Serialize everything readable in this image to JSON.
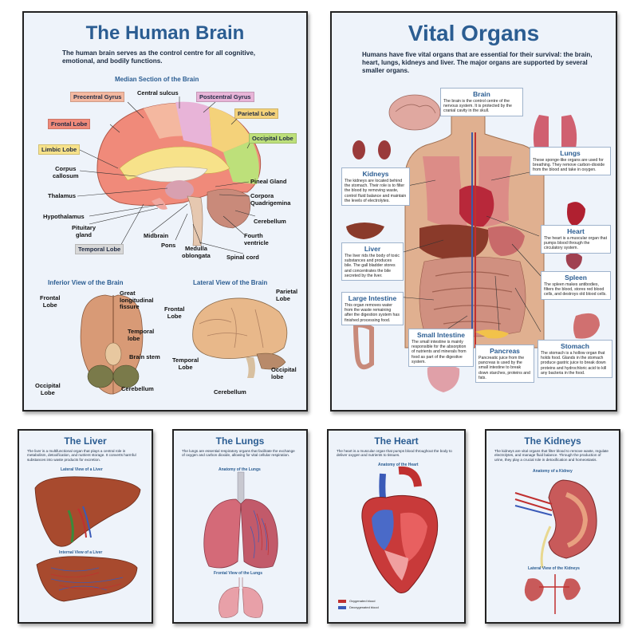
{
  "brain": {
    "title": "The Human Brain",
    "intro": "The human brain serves as the control centre for all cognitive, emotional, and bodily functions.",
    "median_title": "Median Section of the Brain",
    "labels": {
      "precentral": "Precentral Gyrus",
      "central_sulcus": "Central sulcus",
      "postcentral": "Postcentral Gyrus",
      "parietal": "Parietal Lobe",
      "frontal": "Frontal Lobe",
      "occipital": "Occipital Lobe",
      "limbic": "Limbic Lobe",
      "corpus": "Corpus\ncallosum",
      "pineal": "Pineal Gland",
      "thalamus": "Thalamus",
      "corpora": "Corpora\nQuadrigemina",
      "hypothalamus": "Hypothalamus",
      "cerebellum": "Cerebellum",
      "pituitary": "Pituitary\ngland",
      "midbrain": "Midbrain",
      "fourth": "Fourth\nventricle",
      "temporal": "Temporal Lobe",
      "pons": "Pons",
      "medulla": "Medulla\noblongata",
      "spinal": "Spinal cord"
    },
    "inferior_title": "Inferior View of the Brain",
    "inferior_labels": {
      "frontal": "Frontal\nLobe",
      "fissure": "Great\nlongitudinal\nfissure",
      "temporal": "Temporal\nlobe",
      "stem": "Brain stem",
      "occipital": "Occipital\nLobe",
      "cerebellum": "Cerebellum"
    },
    "lateral_title": "Lateral View of the Brain",
    "lateral_labels": {
      "parietal": "Parietal\nLobe",
      "frontal": "Frontal\nLobe",
      "temporal": "Temporal\nLobe",
      "occipital": "Occipital\nlobe",
      "cerebellum": "Cerebellum"
    }
  },
  "organs": {
    "title": "Vital Organs",
    "intro": "Humans have five vital organs that are essential for their survival: the brain, heart, lungs, kidneys and liver. The major organs are supported by several smaller organs.",
    "boxes": {
      "brain": {
        "title": "Brain",
        "body": "The brain is the control centre of the nervous system. It is protected by the cranial cavity in the skull."
      },
      "lungs": {
        "title": "Lungs",
        "body": "These sponge-like organs are used for breathing. They remove carbon-dioxide from the blood and take in oxygen."
      },
      "kidneys": {
        "title": "Kidneys",
        "body": "The kidneys are located behind the stomach. Their role is to filter the blood by removing waste, control fluid balance and maintain the levels of electrolytes."
      },
      "heart": {
        "title": "Heart",
        "body": "The heart is a muscular organ that pumps blood through the circulatory system."
      },
      "liver": {
        "title": "Liver",
        "body": "The liver rids the body of toxic substances and produces bile. The gall bladder stores and concentrates the bile secreted by the liver."
      },
      "spleen": {
        "title": "Spleen",
        "body": "The spleen makes antibodies, filters the blood, stores red blood cells, and destroys old blood cells."
      },
      "large": {
        "title": "Large Intestine",
        "body": "This organ removes water from the waste remaining after the digestion system has finished processing food."
      },
      "small": {
        "title": "Small Intestine",
        "body": "The small intestine is mainly responsible for the absorption of nutrients and minerals from food as part of the digestive system."
      },
      "pancreas": {
        "title": "Pancreas",
        "body": "Pancreatic juice from the pancreas is used by the small intestine to break down starches, proteins and fats."
      },
      "stomach": {
        "title": "Stomach",
        "body": "The stomach is a hollow organ that holds food. Glands in the stomach produce gastric juice to break down proteins and hydrochloric acid to kill any bacteria in the food."
      }
    }
  },
  "liver": {
    "title": "The Liver",
    "intro": "The liver is a multifunctional organ that plays a central role in metabolism, detoxification, and nutrient storage. It converts harmful substances into waste products for excretion.",
    "view1": "Lateral View of a Liver",
    "view2": "Internal View of a Liver"
  },
  "lungs": {
    "title": "The Lungs",
    "intro": "The lungs are essential respiratory organs that facilitate the exchange of oxygen and carbon dioxide, allowing for vital cellular respiration.",
    "view1": "Anatomy of the Lungs",
    "view2": "Frontal View of the Lungs"
  },
  "heart": {
    "title": "The Heart",
    "intro": "The heart is a muscular organ that pumps blood throughout the body to deliver oxygen and nutrients to tissues.",
    "view1": "Anatomy of the Heart",
    "legend1": "Oxygenated blood",
    "legend2": "Deoxygenated blood"
  },
  "kidneys": {
    "title": "The Kidneys",
    "intro": "The kidneys are vital organs that filter blood to remove waste, regulate electrolytes, and manage fluid balance. Through the production of urine, they play a crucial role in detoxification and homeostasis.",
    "view1": "Anatomy of a Kidney",
    "view2": "Lateral View of the Kidneys"
  },
  "colors": {
    "title_blue": "#2b5d92",
    "frontal": "#f08a7a",
    "parietal": "#f4d27a",
    "occipital": "#bde07a",
    "temporal": "#9ec6e8",
    "limbic": "#f7e28a",
    "pre": "#f4b8a0",
    "post": "#e8b4d8"
  }
}
